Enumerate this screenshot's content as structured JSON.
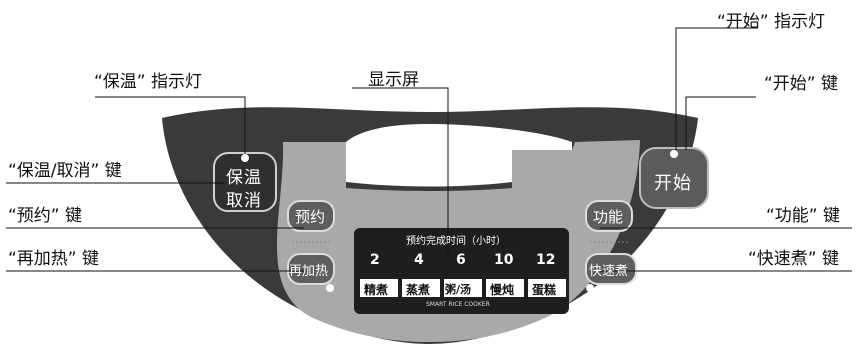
{
  "callouts": {
    "start_indicator": "“开始” 指示灯",
    "keep_warm_indicator": "“保温” 指示灯",
    "display": "显示屏",
    "start_key": "“开始” 键",
    "keep_warm_cancel_key": "“保温/取消” 键",
    "preset_key": "“预约” 键",
    "function_key": "“功能” 键",
    "reheat_key": "“再加热” 键",
    "quick_cook_key": "“快速煮” 键"
  },
  "buttons": {
    "keep_warm_line1": "保温",
    "keep_warm_line2": "取消",
    "preset": "预约",
    "reheat": "再加热",
    "start": "开始",
    "function": "功能",
    "quick_cook": "快速煮"
  },
  "display": {
    "title": "预约完成时间（小时）",
    "hours": [
      "2",
      "4",
      "6",
      "10",
      "12"
    ],
    "modes": [
      "精煮",
      "蒸煮",
      "粥/汤",
      "慢炖",
      "蛋糕"
    ],
    "brand": "SMART RICE COOKER"
  },
  "colors": {
    "panel_dark": "#3a3a3a",
    "panel_light": "#a9a9a9",
    "display_bg": "#1e1e1e",
    "indicator_light": "#ffffff"
  }
}
